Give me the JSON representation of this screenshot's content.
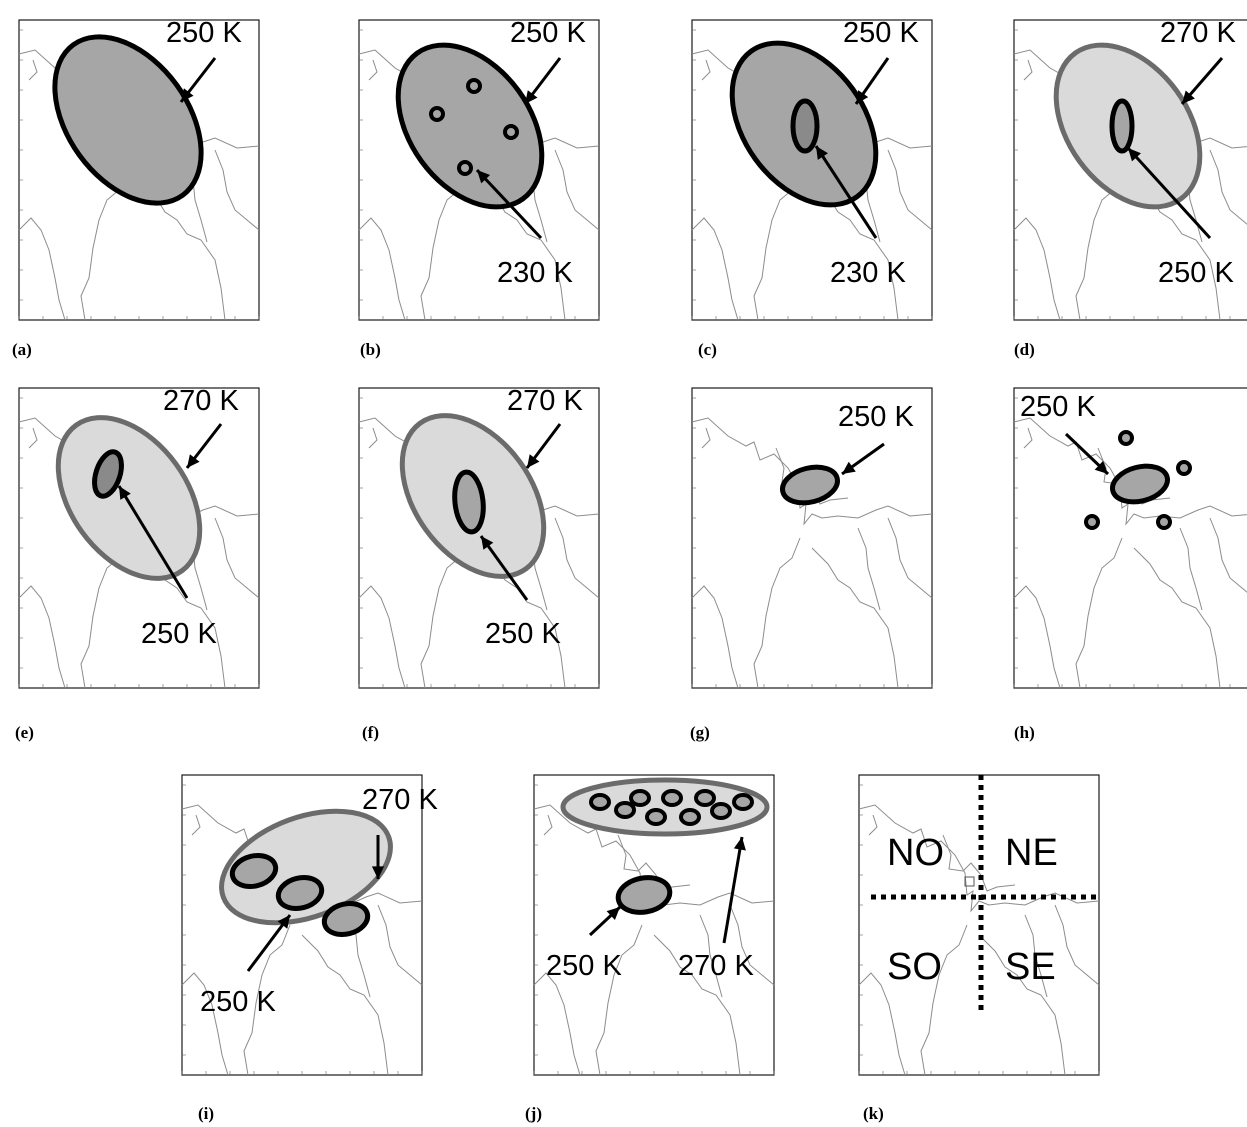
{
  "colors": {
    "frame": "#1a1a1a",
    "map_line": "#8c8c8c",
    "cold_fill": "#a6a6a6",
    "warm_fill": "#dadada",
    "dark_ring": "#000000",
    "warm_ring": "#6b6b6b"
  },
  "panels": [
    {
      "id": "a",
      "label": "(a)",
      "annotations": [
        "250 K"
      ]
    },
    {
      "id": "b",
      "label": "(b)",
      "annotations": [
        "250 K",
        "230 K"
      ]
    },
    {
      "id": "c",
      "label": "(c)",
      "annotations": [
        "250 K",
        "230 K"
      ]
    },
    {
      "id": "d",
      "label": "(d)",
      "annotations": [
        "270 K",
        "250 K"
      ]
    },
    {
      "id": "e",
      "label": "(e)",
      "annotations": [
        "270 K",
        "250 K"
      ]
    },
    {
      "id": "f",
      "label": "(f)",
      "annotations": [
        "270 K",
        "250 K"
      ]
    },
    {
      "id": "g",
      "label": "(g)",
      "annotations": [
        "250 K"
      ]
    },
    {
      "id": "h",
      "label": "(h)",
      "annotations": [
        "250 K"
      ]
    },
    {
      "id": "i",
      "label": "(i)",
      "annotations": [
        "270 K",
        "250 K"
      ]
    },
    {
      "id": "j",
      "label": "(j)",
      "annotations": [
        "250 K",
        "270 K"
      ]
    },
    {
      "id": "k",
      "label": "(k)",
      "quadrants": [
        "NO",
        "NE",
        "SO",
        "SE"
      ]
    }
  ]
}
